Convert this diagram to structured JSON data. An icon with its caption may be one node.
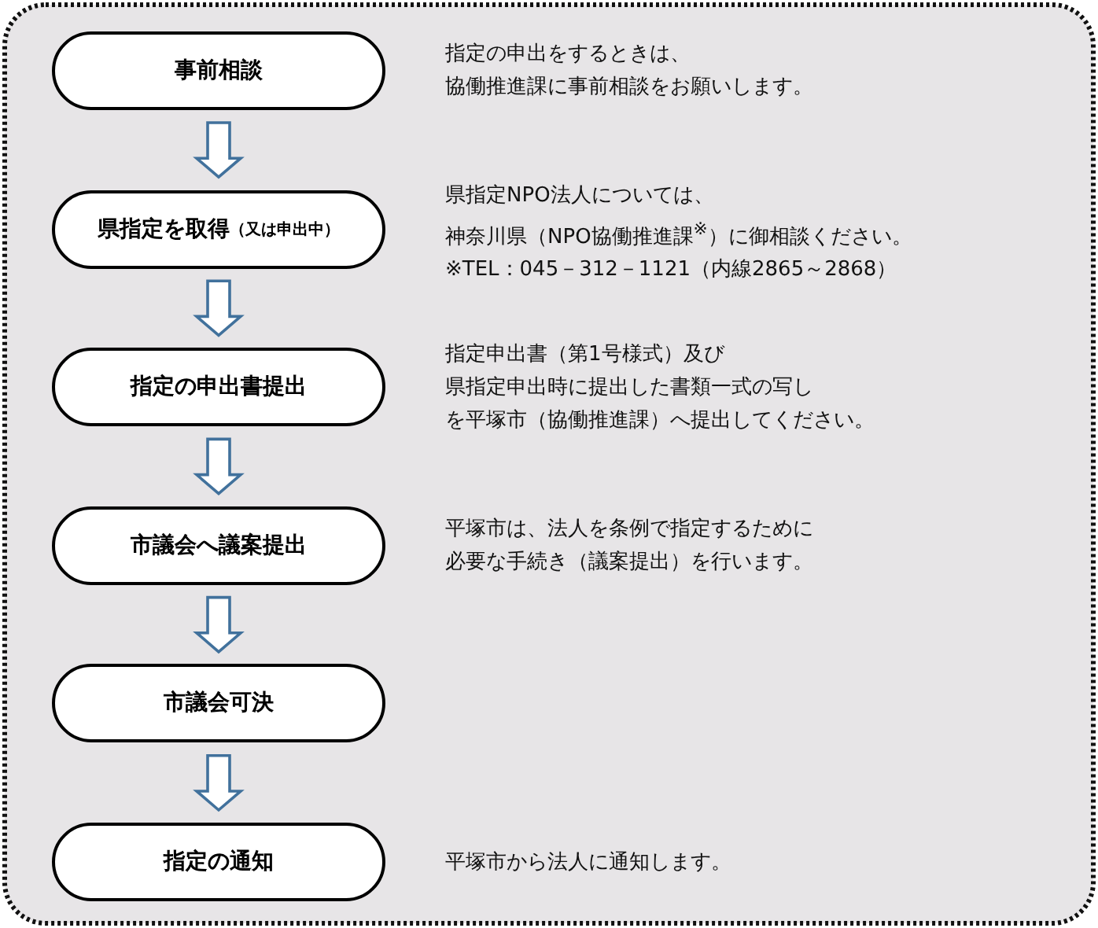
{
  "diagram": {
    "nodes": [
      {
        "text": [
          "事前相談"
        ],
        "beside": [
          "指定の申出をするときは、",
          "協働推進課に事前相談をお願いします。"
        ]
      },
      {
        "text": [
          "県指定を取得",
          "（又は申出中）"
        ],
        "beside": [
          "県指定NPO法人については、",
          "神奈川県（NPO協働推進課$^{※}$）に御相談ください。",
          "※TEL：045－312－1121（内線2865～2868）"
        ]
      },
      {
        "text": [
          "指定の申出書提出"
        ],
        "beside": [
          "指定申出書（第1号様式）及び",
          "県指定申出時に提出した書類一式の写し",
          "を平塚市（協働推進課）へ提出してください。"
        ]
      },
      {
        "text": [
          "市議会へ議案提出"
        ],
        "beside": [
          "平塚市は、法人を条例で指定するために",
          "必要な手続き（議案提出）を行います。"
        ]
      },
      {
        "text": [
          "市議会可決"
        ]
      },
      {
        "text": [
          "指定の通知"
        ],
        "beside": [
          "平塚市から法人に通知します。"
        ]
      }
    ],
    "edges": [
      {
        "from": 0,
        "to": 1,
        "arrow": "to"
      },
      {
        "from": 1,
        "to": 2,
        "arrow": "to"
      },
      {
        "from": 2,
        "to": 3,
        "arrow": "to"
      },
      {
        "from": 3,
        "to": 4,
        "arrow": "to"
      },
      {
        "from": 4,
        "to": 5,
        "arrow": "to"
      }
    ]
  }
}
